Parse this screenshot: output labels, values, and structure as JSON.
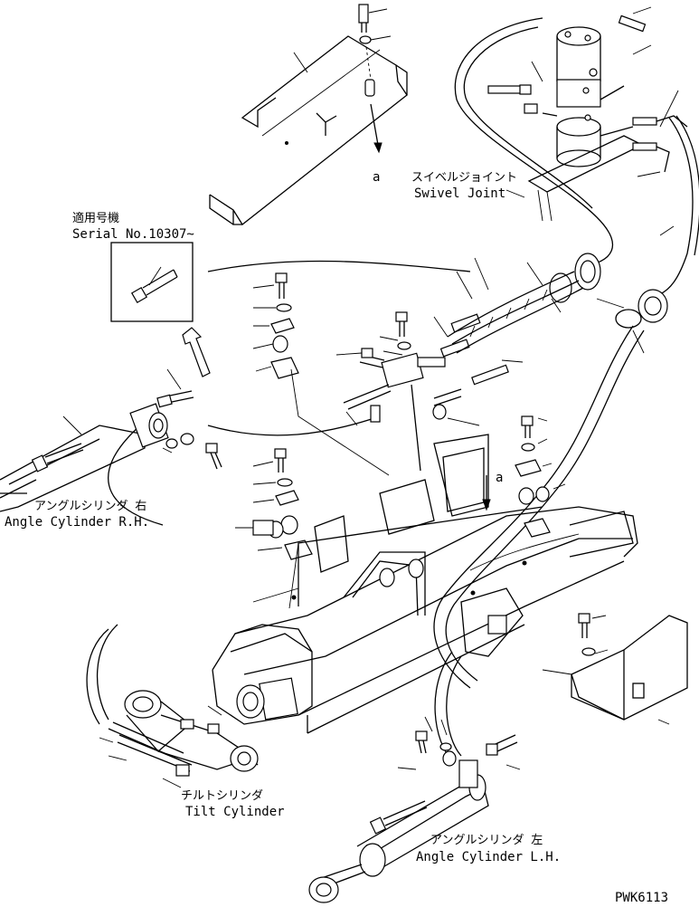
{
  "labels": {
    "swivel_jp": "スイベルジョイント",
    "swivel_en": "Swivel Joint",
    "serial_jp": "適用号機",
    "serial_en": "Serial No.10307~",
    "angle_rh_jp": "アングルシリンダ 右",
    "angle_rh_en": "Angle Cylinder R.H.",
    "tilt_jp": "チルトシリンダ",
    "tilt_en": "Tilt Cylinder",
    "angle_lh_jp": "アングルシリンダ 左",
    "angle_lh_en": "Angle Cylinder L.H.",
    "ref_a_top": "a",
    "ref_a_mid": "a",
    "drawing_no": "PWK6113"
  }
}
